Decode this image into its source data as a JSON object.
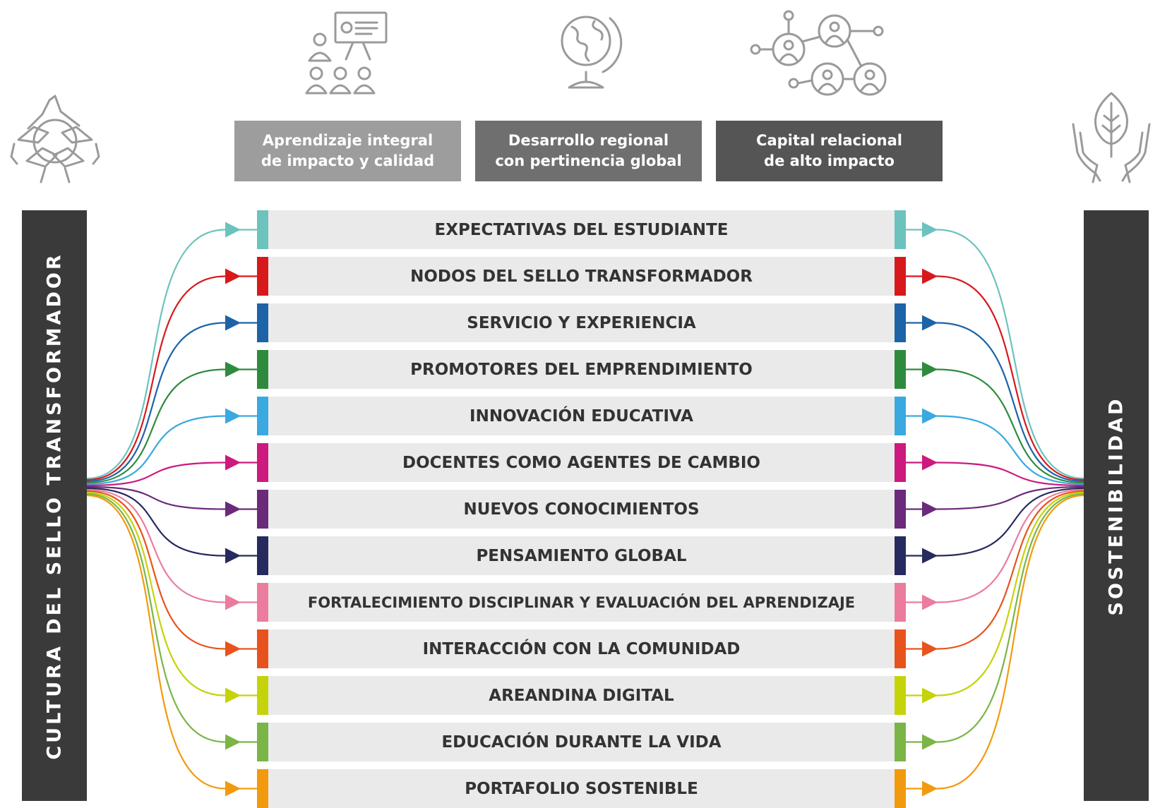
{
  "left_pillar": {
    "label": "CULTURA DEL SELLO TRANSFORMADOR",
    "icon": "hands-circle-icon"
  },
  "right_pillar": {
    "label": "SOSTENIBILIDAD",
    "icon": "hands-leaf-icon"
  },
  "pillars": [
    {
      "line1": "Aprendizaje integral",
      "line2": "de impacto y calidad",
      "icon": "classroom-presentation-icon",
      "color": "#9d9d9d"
    },
    {
      "line1": "Desarrollo regional",
      "line2": "con pertinencia global",
      "icon": "globe-icon",
      "color": "#6f6f6f"
    },
    {
      "line1": "Capital relacional",
      "line2": "de alto impacto",
      "icon": "network-people-icon",
      "color": "#555555"
    }
  ],
  "rows": [
    {
      "label": "EXPECTATIVAS DEL ESTUDIANTE",
      "color": "#6cc3bd"
    },
    {
      "label": "NODOS DEL SELLO TRANSFORMADOR",
      "color": "#d7191c"
    },
    {
      "label": "SERVICIO Y EXPERIENCIA",
      "color": "#1c63a8"
    },
    {
      "label": "PROMOTORES DEL EMPRENDIMIENTO",
      "color": "#2e8b3e"
    },
    {
      "label": "INNOVACIÓN EDUCATIVA",
      "color": "#3aa9e0"
    },
    {
      "label": "DOCENTES COMO AGENTES DE CAMBIO",
      "color": "#cc1a7e"
    },
    {
      "label": "NUEVOS CONOCIMIENTOS",
      "color": "#6b2a7a"
    },
    {
      "label": "PENSAMIENTO GLOBAL",
      "color": "#262a5e"
    },
    {
      "label": "FORTALECIMIENTO DISCIPLINAR Y EVALUACIÓN DEL APRENDIZAJE",
      "color": "#eb7c9e"
    },
    {
      "label": "INTERACCIÓN CON LA COMUNIDAD",
      "color": "#e8531d"
    },
    {
      "label": "AREANDINA DIGITAL",
      "color": "#c5d30a"
    },
    {
      "label": "EDUCACIÓN DURANTE LA VIDA",
      "color": "#7bb547"
    },
    {
      "label": "PORTAFOLIO SOSTENIBLE",
      "color": "#f29a0e"
    }
  ]
}
